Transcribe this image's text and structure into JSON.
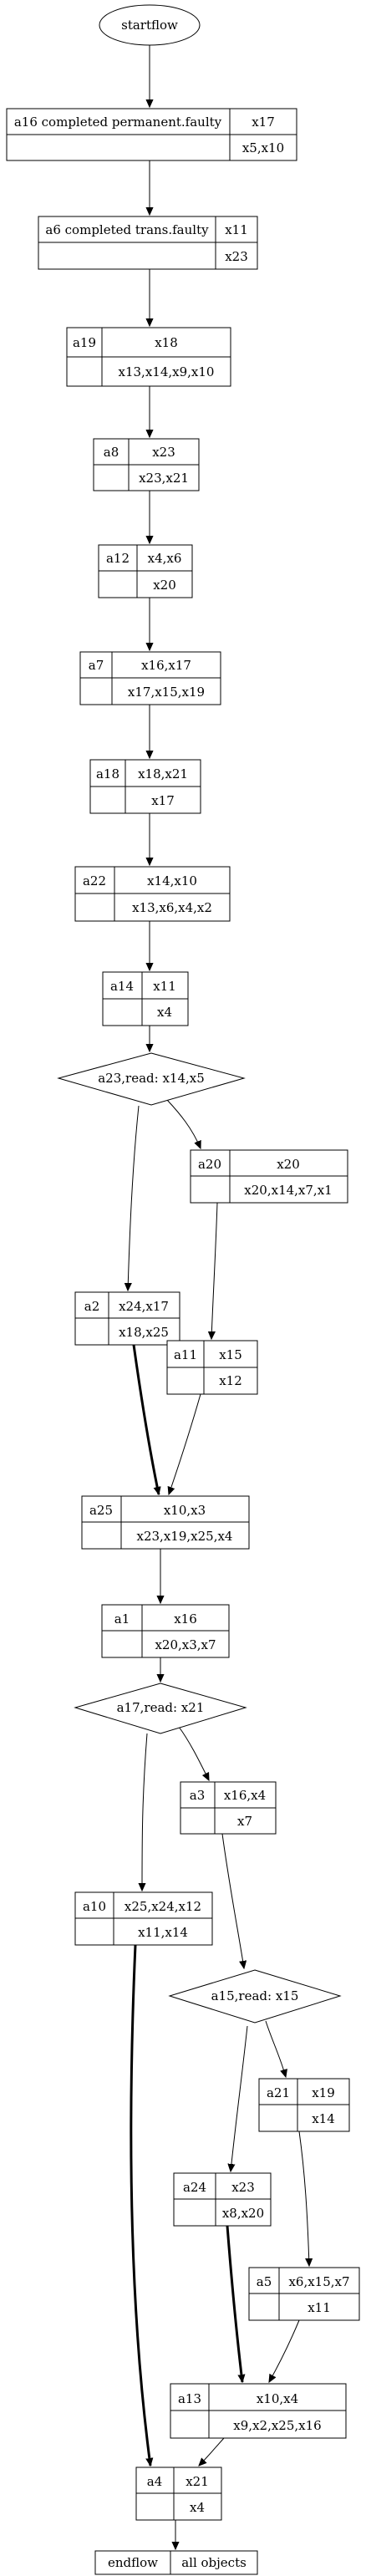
{
  "diagram": {
    "start": "startflow",
    "end": {
      "left": "endflow",
      "right": "all objects"
    },
    "nodes": {
      "a16": {
        "id": "a16 completed permanent.faulty",
        "top": "x17",
        "bottom": "x5,x10"
      },
      "a6": {
        "id": "a6 completed trans.faulty",
        "top": "x11",
        "bottom": "x23"
      },
      "a19": {
        "id": "a19",
        "top": "x18",
        "bottom": "x13,x14,x9,x10"
      },
      "a8": {
        "id": "a8",
        "top": "x23",
        "bottom": "x23,x21"
      },
      "a12": {
        "id": "a12",
        "top": "x4,x6",
        "bottom": "x20"
      },
      "a7": {
        "id": "a7",
        "top": "x16,x17",
        "bottom": "x17,x15,x19"
      },
      "a18": {
        "id": "a18",
        "top": "x18,x21",
        "bottom": "x17"
      },
      "a22": {
        "id": "a22",
        "top": "x14,x10",
        "bottom": "x13,x6,x4,x2"
      },
      "a14": {
        "id": "a14",
        "top": "x11",
        "bottom": "x4"
      },
      "a20": {
        "id": "a20",
        "top": "x20",
        "bottom": "x20,x14,x7,x1"
      },
      "a2": {
        "id": "a2",
        "top": "x24,x17",
        "bottom": "x18,x25"
      },
      "a11": {
        "id": "a11",
        "top": "x15",
        "bottom": "x12"
      },
      "a25": {
        "id": "a25",
        "top": "x10,x3",
        "bottom": "x23,x19,x25,x4"
      },
      "a1": {
        "id": "a1",
        "top": "x16",
        "bottom": "x20,x3,x7"
      },
      "a3": {
        "id": "a3",
        "top": "x16,x4",
        "bottom": "x7"
      },
      "a10": {
        "id": "a10",
        "top": "x25,x24,x12",
        "bottom": "x11,x14"
      },
      "a21": {
        "id": "a21",
        "top": "x19",
        "bottom": "x14"
      },
      "a24": {
        "id": "a24",
        "top": "x23",
        "bottom": "x8,x20"
      },
      "a5": {
        "id": "a5",
        "top": "x6,x15,x7",
        "bottom": "x11"
      },
      "a13": {
        "id": "a13",
        "top": "x10,x4",
        "bottom": "x9,x2,x25,x16"
      },
      "a4": {
        "id": "a4",
        "top": "x21",
        "bottom": "x4"
      }
    },
    "decisions": {
      "a23": "a23,read: x14,x5",
      "a17": "a17,read: x21",
      "a15": "a15,read: x15"
    }
  }
}
